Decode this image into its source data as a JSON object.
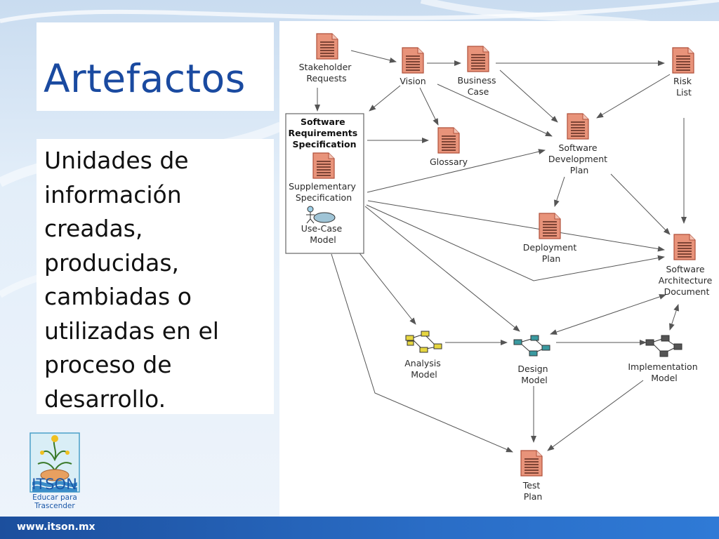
{
  "slide": {
    "title": "Artefactos",
    "body": "Unidades de información creadas, producidas, cambiadas o utilizadas en el proceso de desarrollo."
  },
  "diagram": {
    "nodes": {
      "stakeholder": [
        "Stakeholder",
        "Requests"
      ],
      "vision": [
        "Vision"
      ],
      "business": [
        "Business",
        "Case"
      ],
      "risk": [
        "Risk",
        "List"
      ],
      "srs": [
        "Software",
        "Requirements",
        "Specification"
      ],
      "glossary": [
        "Glossary"
      ],
      "sdp": [
        "Software",
        "Development",
        "Plan"
      ],
      "supp": [
        "Supplementary",
        "Specification"
      ],
      "usecase": [
        "Use-Case",
        "Model"
      ],
      "deployment": [
        "Deployment",
        "Plan"
      ],
      "sad": [
        "Software",
        "Architecture",
        "Document"
      ],
      "analysis": [
        "Analysis",
        "Model"
      ],
      "design": [
        "Design",
        "Model"
      ],
      "implementation": [
        "Implementation",
        "Model"
      ],
      "test": [
        "Test",
        "Plan"
      ]
    },
    "colors": {
      "document_fill": "#e8937a",
      "document_stroke": "#b0503a",
      "analysis_fill": "#e6d640",
      "design_fill": "#3a9aa0",
      "implementation_fill": "#555555",
      "arrow": "#555555"
    }
  },
  "logo": {
    "name": "ITSON",
    "slogan": [
      "Educar para",
      "Trascender"
    ]
  },
  "footer": {
    "url": "www.itson.mx"
  }
}
